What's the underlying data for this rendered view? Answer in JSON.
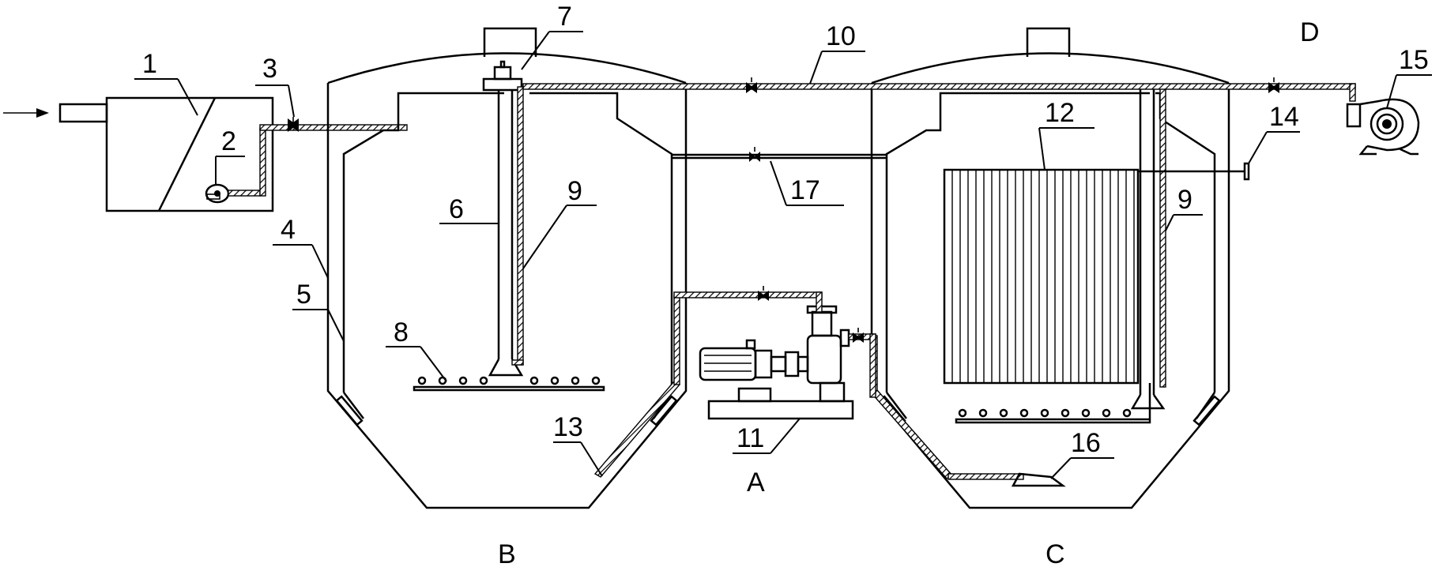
{
  "labels": {
    "n1": "1",
    "n2": "2",
    "n3": "3",
    "n4": "4",
    "n5": "5",
    "n6": "6",
    "n7": "7",
    "n8": "8",
    "n9a": "9",
    "n9b": "9",
    "n10": "10",
    "n11": "11",
    "n12": "12",
    "n13": "13",
    "n14": "14",
    "n15": "15",
    "n16": "16",
    "n17": "17",
    "A": "A",
    "B": "B",
    "C": "C",
    "D": "D"
  }
}
